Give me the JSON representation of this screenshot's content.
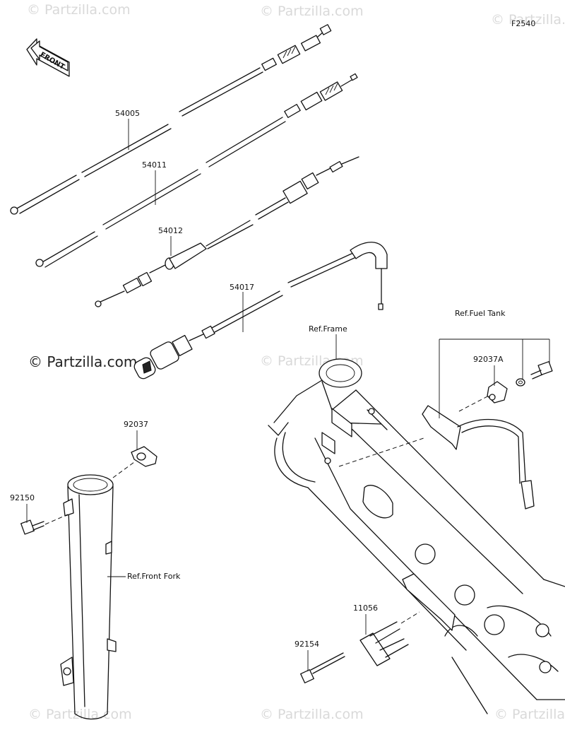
{
  "diagram_code": "F2540",
  "front_label": "FRONT",
  "watermark": "© Partzilla.com",
  "parts": {
    "p54005": "54005",
    "p54011": "54011",
    "p54012": "54012",
    "p54017": "54017",
    "p92037": "92037",
    "p92150": "92150",
    "p92037a": "92037A",
    "p11056": "11056",
    "p92154": "92154"
  },
  "refs": {
    "frame": "Ref.Frame",
    "fuel_tank": "Ref.Fuel Tank",
    "front_fork": "Ref.Front Fork"
  }
}
